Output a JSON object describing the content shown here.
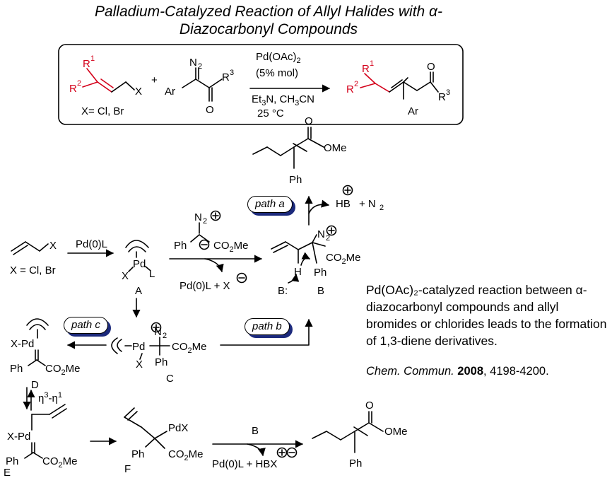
{
  "title": {
    "line1": "Palladium-Catalyzed Reaction of Allyl Halides with α-",
    "line2": "Diazocarbonyl Compounds"
  },
  "general": {
    "x_eq": "X= Cl, Br",
    "reagent1": "Pd(OAc)",
    "reagent1_sub": "2",
    "reagent2": "(5% mol)",
    "cond1_a": "Et",
    "cond1_sub": "3",
    "cond1_b": "N, CH",
    "cond1_sub2": "3",
    "cond1_c": "CN",
    "cond2": "25 °C"
  },
  "labels": {
    "R1": "R",
    "R2": "R",
    "R3": "R",
    "sup1": "1",
    "sup2": "2",
    "sup3": "3",
    "X": "X",
    "Ar": "Ar",
    "N2": "N",
    "N2sub": "2",
    "O": "O",
    "OMe": "OMe",
    "Ph": "Ph",
    "PdL": "Pd",
    "L": "L",
    "CO2Me": "CO",
    "CO2Me_sub": "2",
    "Me": "Me",
    "PdX": "PdX",
    "Pd": "Pd",
    "H": "H",
    "B": "B:",
    "HB": "HB",
    "plus_N2": "+ N",
    "X_minus": "X",
    "A": "A",
    "Bl": "B",
    "C": "C",
    "D": "D",
    "E": "E",
    "F": "F",
    "pd0l_1": "Pd(0)L",
    "pd0l_2": "Pd(0)L + X",
    "pd0l_3": "Pd(0)L + HBX",
    "x_eq2": "X = Cl, Br",
    "eta": "η",
    "eta_sup1": "3",
    "eta_mid": "-η",
    "eta_sup2": "1",
    "reagentB": "B"
  },
  "paths": {
    "a": "path a",
    "b": "path b",
    "c": "path c"
  },
  "description": "Pd(OAc)₂-catalyzed reaction between α-diazocarbonyl compounds and allyl bromides or chlorides leads to the formation of 1,3-diene derivatives.",
  "reference": {
    "journal": "Chem. Commun.",
    "year": "2008",
    "pages": ", 4198-4200."
  },
  "colors": {
    "substituent": "#d4001a",
    "box_shadow": "#1c2a7c"
  }
}
